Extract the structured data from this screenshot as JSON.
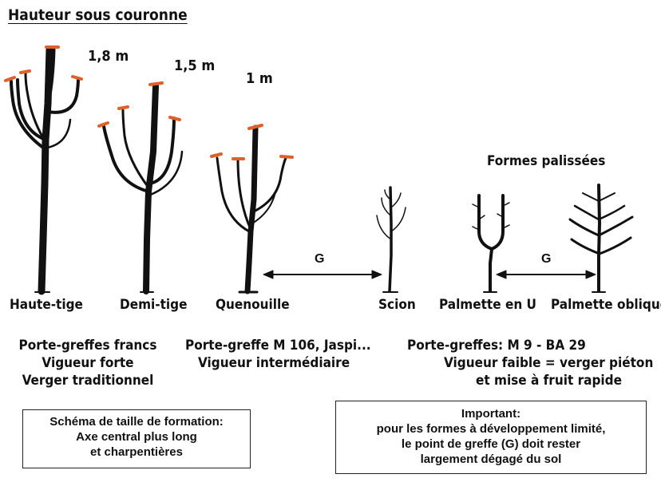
{
  "title": "Hauteur sous couronne",
  "heights": {
    "h1": "1,8 m",
    "h2": "1,5 m",
    "h3": "1 m"
  },
  "trees": {
    "haute_tige": "Haute-tige",
    "demi_tige": "Demi-tige",
    "quenouille": "Quenouille",
    "scion": "Scion",
    "palmette_u": "Palmette en U",
    "palmette_oblique": "Palmette oblique"
  },
  "formes_palissees": "Formes palissées",
  "graft_label": "G",
  "info": {
    "col1": [
      "Porte-greffes francs",
      "Vigueur forte",
      "Verger traditionnel"
    ],
    "col2": [
      "Porte-greffe M 106, Jaspi...",
      "Vigueur intermédiaire"
    ],
    "col3_title": "Porte-greffes: M 9 - BA 29",
    "col3": [
      "Vigueur faible = verger piéton",
      "et mise à fruit rapide"
    ]
  },
  "box_left": [
    "Schéma de taille de formation:",
    "Axe central plus long",
    "et charpentières"
  ],
  "box_right": [
    "Important:",
    "pour les formes à développement limité,",
    "le point de greffe (G) doit rester",
    "largement dégagé du sol"
  ],
  "colors": {
    "cut_mark": "#e0602a",
    "ink": "#111111"
  }
}
